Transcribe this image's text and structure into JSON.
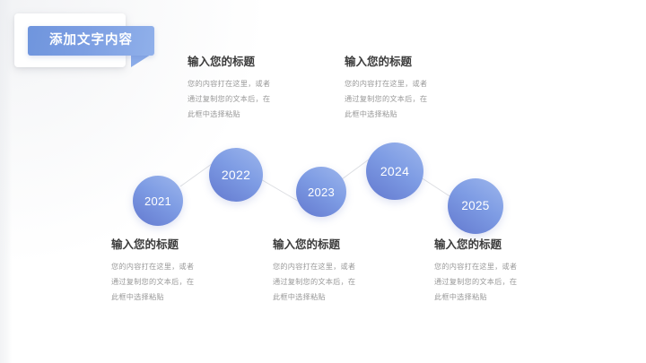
{
  "slide": {
    "badge": {
      "label": "添加文字内容"
    },
    "background_color": "#ffffff",
    "accent_color": "#7c9ee2"
  },
  "body_lines": {
    "line1": "您的内容打在这里，或者",
    "line2": "通过复制您的文本后，在",
    "line3": "此框中选择粘贴"
  },
  "text_blocks": [
    {
      "position": "top-left",
      "title": "输入您的标题",
      "line1": "您的内容打在这里，或者",
      "line2": "通过复制您的文本后，在",
      "line3": "此框中选择粘贴"
    },
    {
      "position": "top-right",
      "title": "输入您的标题",
      "line1": "您的内容打在这里，或者",
      "line2": "通过复制您的文本后，在",
      "line3": "此框中选择粘贴"
    },
    {
      "position": "bottom-left",
      "title": "输入您的标题",
      "line1": "您的内容打在这里，或者",
      "line2": "通过复制您的文本后，在",
      "line3": "此框中选择粘贴"
    },
    {
      "position": "bottom-center",
      "title": "输入您的标题",
      "line1": "您的内容打在这里，或者",
      "line2": "通过复制您的文本后，在",
      "line3": "此框中选择粘贴"
    },
    {
      "position": "bottom-right",
      "title": "输入您的标题",
      "line1": "您的内容打在这里，或者",
      "line2": "通过复制您的文本后，在",
      "line3": "此框中选择粘贴"
    }
  ],
  "timeline": {
    "nodes": [
      {
        "label": "2021"
      },
      {
        "label": "2022"
      },
      {
        "label": "2023"
      },
      {
        "label": "2024"
      },
      {
        "label": "2025"
      }
    ],
    "node_color_light": "#9db6ec",
    "node_color_dark": "#6379cf",
    "connector_color": "#d8dade"
  }
}
